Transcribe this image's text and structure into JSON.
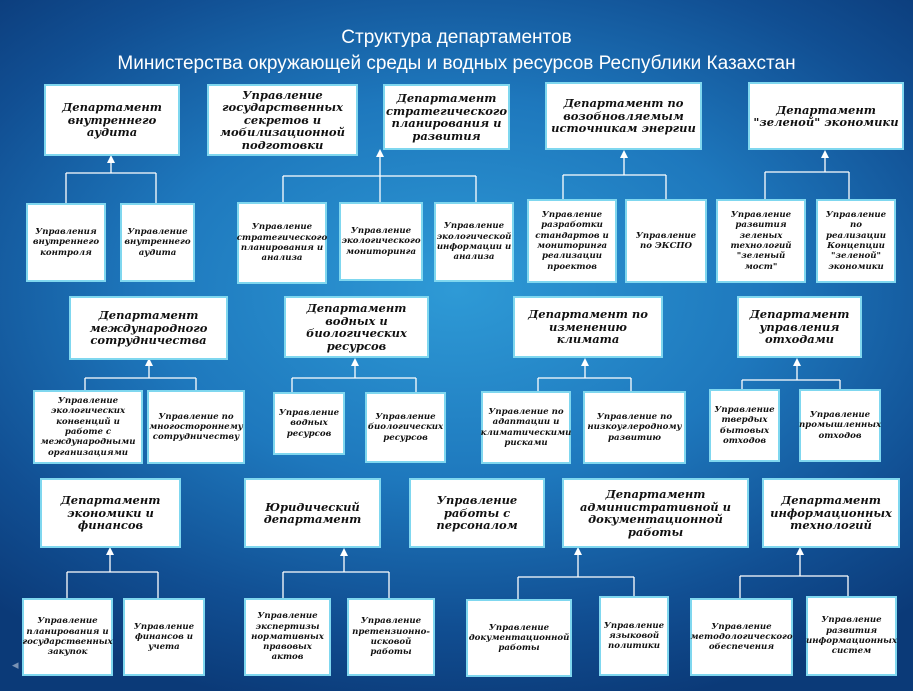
{
  "title": {
    "line1": "Структура департаментов",
    "line2": "Министерства окружающей среды и водных ресурсов Республики Казахстан"
  },
  "departments": [
    {
      "id": "d1",
      "label": "Департамент внутреннего аудита",
      "subs": [
        "Управления внутреннего контроля",
        "Управление внутреннего аудита"
      ]
    },
    {
      "id": "d2",
      "label": "Управление государственных секретов и мобилизационной подготовки",
      "subs": []
    },
    {
      "id": "d3",
      "label": "Департамент стратегического планирования и развития",
      "subs": [
        "Управление стратегического планирования и анализа",
        "Управление экологического мониторинга",
        "Управление экологической информации и анализа"
      ]
    },
    {
      "id": "d4",
      "label": "Департамент по возобновляемым источникам энергии",
      "subs": [
        "Управление разработки стандартов и мониторинга реализации проектов",
        "Управление по ЭКСПО"
      ]
    },
    {
      "id": "d5",
      "label": "Департамент \"зеленой\" экономики",
      "subs": [
        "Управление развития зеленых технологий \"зеленый мост\"",
        "Управление по реализации Концепции \"зеленой\" экономики"
      ]
    },
    {
      "id": "d6",
      "label": "Департамент международного сотрудничества",
      "subs": [
        "Управление экологических конвенций и работе с международными организациями",
        "Управление по многостороннему сотрудничеству"
      ]
    },
    {
      "id": "d7",
      "label": "Департамент водных и биологических ресурсов",
      "subs": [
        "Управление водных ресурсов",
        "Управление биологических ресурсов"
      ]
    },
    {
      "id": "d8",
      "label": "Департамент по изменению климата",
      "subs": [
        "Управление по адаптации и климатическими рисками",
        "Управление по низкоуглеродному развитию"
      ]
    },
    {
      "id": "d9",
      "label": "Департамент управления отходами",
      "subs": [
        "Управление твердых бытовых отходов",
        "Управление промышленных отходов"
      ]
    },
    {
      "id": "d10",
      "label": "Департамент экономики и финансов",
      "subs": [
        "Управление планирования и государственных закупок",
        "Управление финансов и учета"
      ]
    },
    {
      "id": "d11",
      "label": "Юридический департамент",
      "subs": [
        "Управление экспертизы нормативных правовых актов",
        "Управление претензионно-исковой работы"
      ]
    },
    {
      "id": "d12",
      "label": "Управление работы с персоналом",
      "subs": []
    },
    {
      "id": "d13",
      "label": "Департамент административной и документационной работы",
      "subs": [
        "Управление документационной работы",
        "Управление языковой политики"
      ]
    },
    {
      "id": "d14",
      "label": "Департамент информационных технологий",
      "subs": [
        "Управление методологического обеспечения",
        "Управление развития информационных систем"
      ]
    }
  ],
  "colors": {
    "background": "#1e78bd",
    "box_border": "#7fd7ef",
    "box_fill": "#ffffff",
    "connector": "#ffffff"
  },
  "icons": [
    "slide-prev-icon",
    "slide-pen-icon",
    "slide-menu-icon",
    "slide-next-icon"
  ]
}
